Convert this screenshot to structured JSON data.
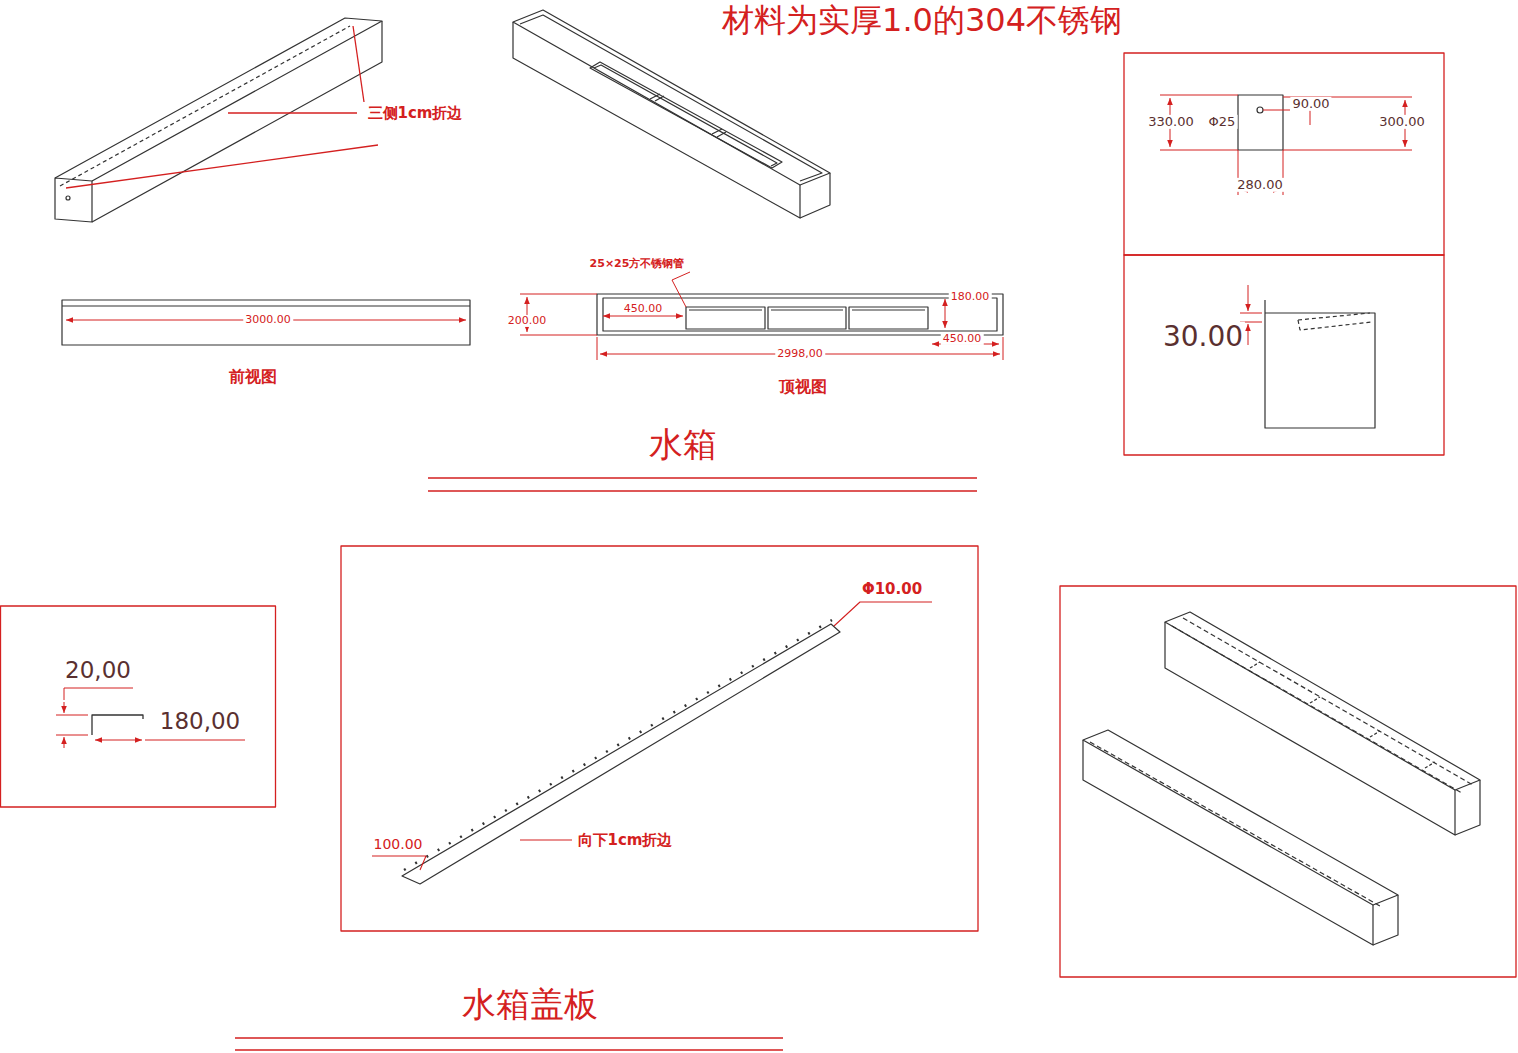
{
  "diagram": {
    "title": "材料为实厚1.0的304不锈钢",
    "labels": [
      "三侧1cm折边",
      "3000.00",
      "前视图",
      "25×25方不锈钢管",
      "450.00",
      "180.00",
      "200.00",
      "450.00",
      "2998,00",
      "顶视图",
      "水箱",
      "330.00",
      "Φ25",
      "90.00",
      "300.00",
      "280.00",
      "30.00",
      "20,00",
      "180,00",
      "Φ10.00",
      "100.00",
      "向下1cm折边",
      "水箱盖板"
    ]
  }
}
